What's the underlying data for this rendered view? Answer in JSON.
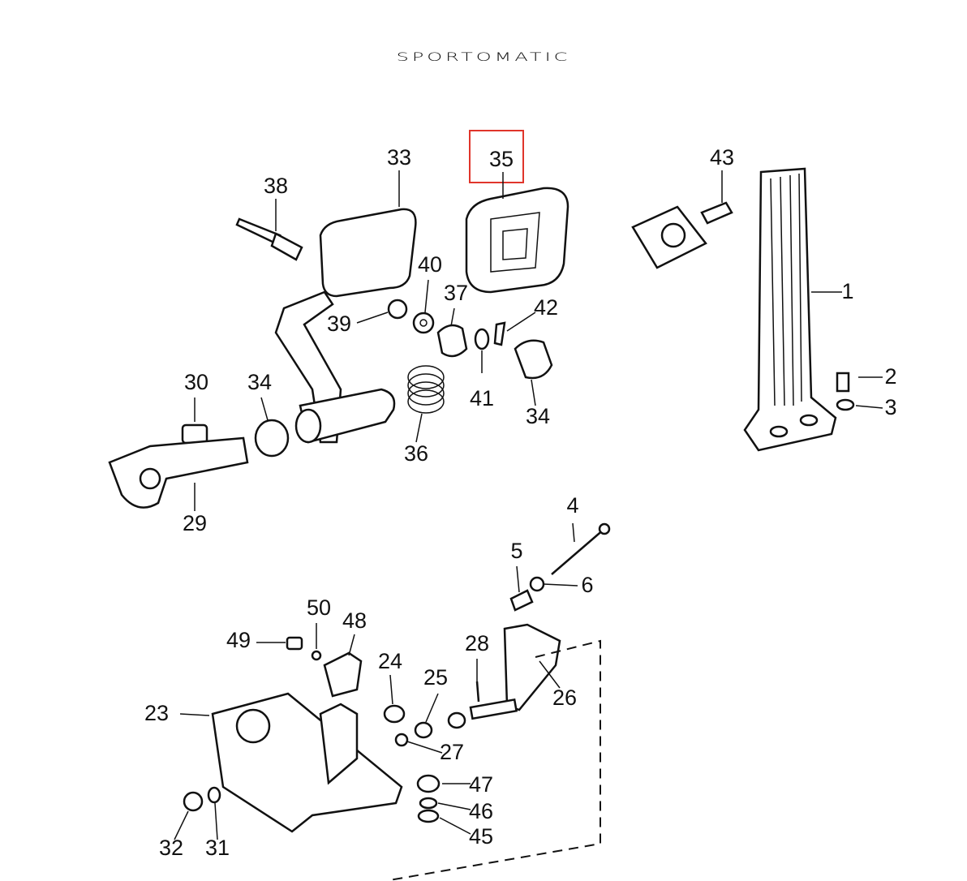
{
  "title": "SPORTOMATIC",
  "highlight": {
    "part": "35",
    "color": "#e0352b"
  },
  "callouts": [
    "35",
    "33",
    "38",
    "43",
    "1",
    "2",
    "3",
    "40",
    "37",
    "42",
    "39",
    "41",
    "34",
    "30",
    "34",
    "36",
    "29",
    "4",
    "6",
    "5",
    "50",
    "48",
    "49",
    "28",
    "24",
    "25",
    "26",
    "23",
    "27",
    "47",
    "46",
    "45",
    "32",
    "31"
  ]
}
